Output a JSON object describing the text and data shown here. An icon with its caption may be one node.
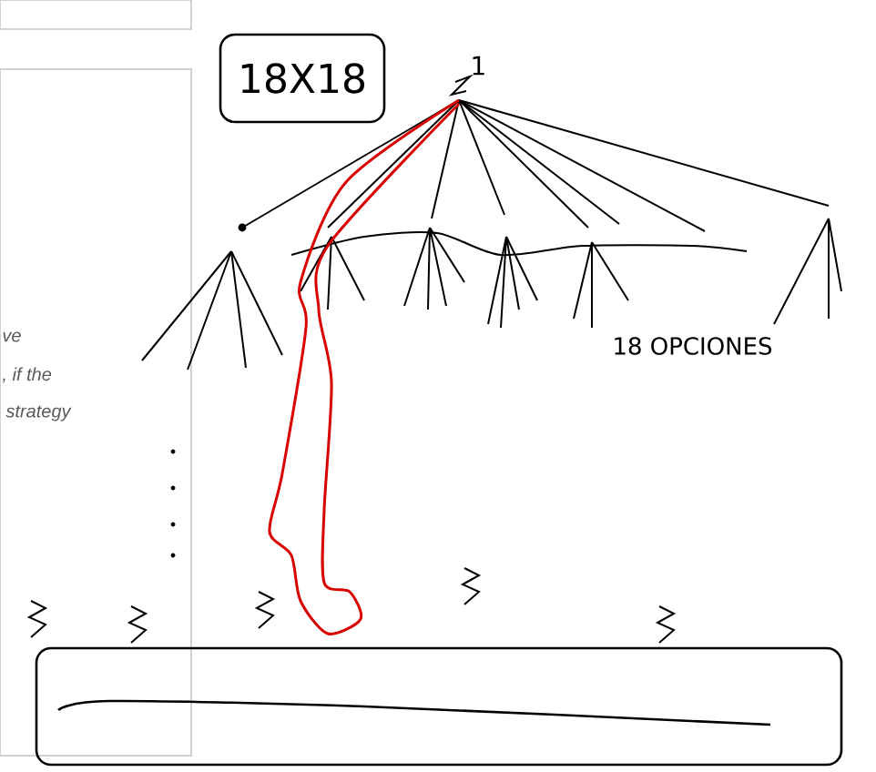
{
  "diagram": {
    "nodes": [
      {
        "text": [
          "18X18"
        ]
      },
      {
        "text": [],
        "shape": "box"
      }
    ],
    "labels": [
      "1",
      "18 OPCIONES",
      "ve",
      ", if the",
      "strategy"
    ]
  }
}
